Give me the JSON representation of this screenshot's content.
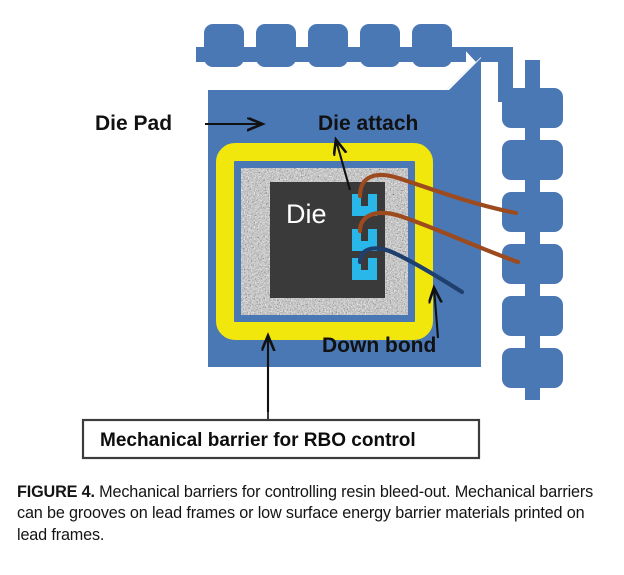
{
  "figure": {
    "labels": {
      "die_pad": "Die Pad",
      "die_attach": "Die attach",
      "down_bond": "Down bond",
      "die": "Die",
      "callout": "Mechanical barrier for RBO control"
    },
    "colors": {
      "lead_frame_blue": "#4a78b5",
      "die_pad_blue": "#4a78b5",
      "barrier_yellow": "#f2e70d",
      "die_dark_gray": "#3a3a3a",
      "bond_pad_cyan": "#29b6e8",
      "bond_wire_brown": "#9c4a1e",
      "down_bond_navy": "#1f3f6e",
      "arrow_black": "#111111",
      "callout_border": "#3c3c3c",
      "background": "#ffffff"
    },
    "structure": {
      "top_lead_count": 5,
      "right_lead_count": 6,
      "bond_pad_count": 3,
      "bond_wire_count": 2,
      "down_bond_count": 1
    }
  },
  "caption": {
    "figure_number": "FIGURE 4.",
    "text": " Mechanical barriers for controlling resin bleed-out. Mechanical barriers can be grooves on lead frames or low surface energy barrier materials printed on lead frames."
  }
}
